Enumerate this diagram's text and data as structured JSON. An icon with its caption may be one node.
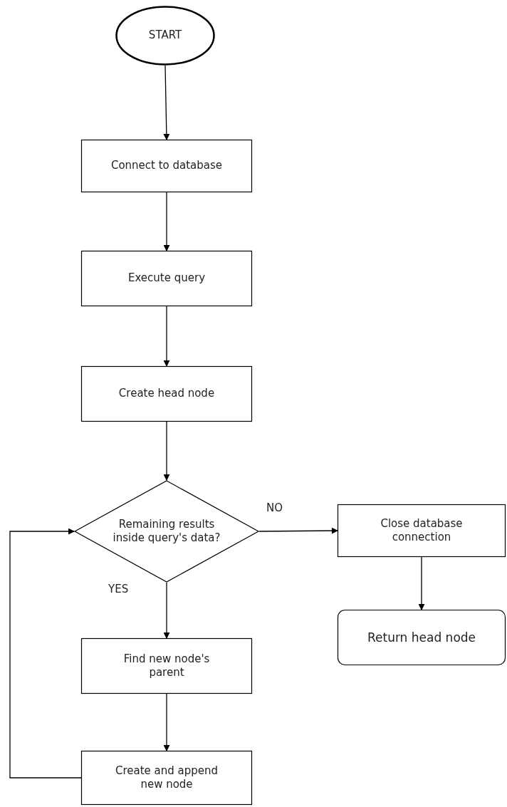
{
  "diagram": {
    "nodes": [
      {
        "text": [
          "START"
        ]
      },
      {
        "text": [
          "Connect to database"
        ]
      },
      {
        "text": [
          "Execute query"
        ]
      },
      {
        "text": [
          "Create head node"
        ]
      },
      {
        "text": [
          "Remaining results inside query's data?"
        ]
      },
      {
        "text": [
          "Close database connection"
        ]
      },
      {
        "text": [
          "Return head node"
        ]
      },
      {
        "text": [
          "Find new node's parent"
        ]
      },
      {
        "text": [
          "Create and append new node"
        ]
      }
    ],
    "edges": [
      {
        "from": 0,
        "to": 1,
        "arrow": "to"
      },
      {
        "from": 1,
        "to": 2,
        "arrow": "to"
      },
      {
        "from": 2,
        "to": 3,
        "arrow": "to"
      },
      {
        "from": 3,
        "to": 4,
        "arrow": "to"
      },
      {
        "from": 4,
        "to": 5,
        "arrow": "to",
        "label": "NO"
      },
      {
        "from": 5,
        "to": 6,
        "arrow": "to"
      },
      {
        "from": 4,
        "to": 7,
        "arrow": "to",
        "label": "YES"
      },
      {
        "from": 7,
        "to": 8,
        "arrow": "to"
      },
      {
        "from": 8,
        "to": 4,
        "arrow": "to"
      }
    ]
  }
}
